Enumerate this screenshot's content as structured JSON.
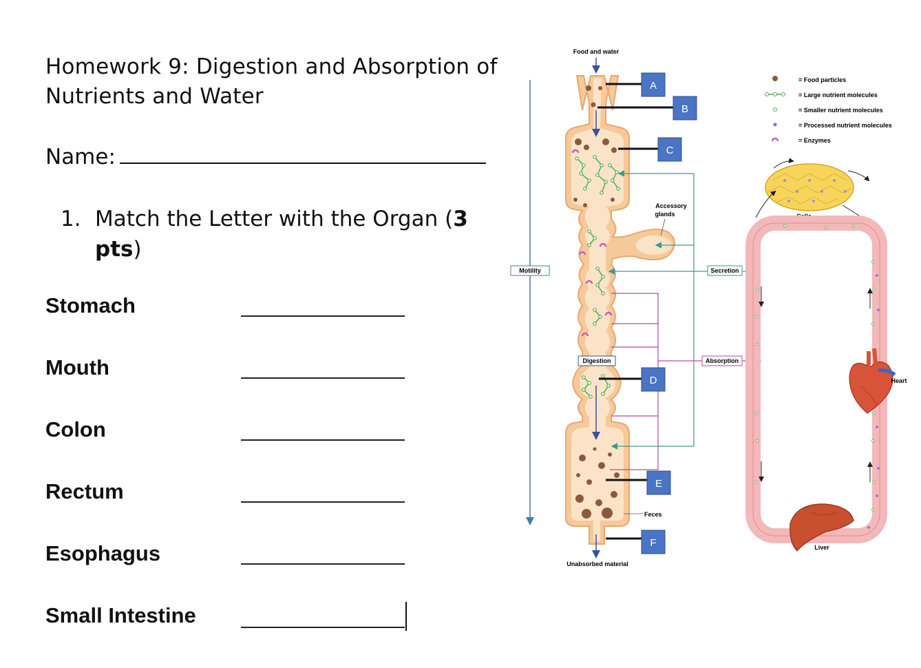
{
  "title_line1": "Homework 9: Digestion and Absorption of",
  "title_line2": "Nutrients and Water",
  "name_label": "Name:",
  "question": {
    "number": "1.",
    "text_start": "Match the Letter with the Organ (",
    "points_bold": "3",
    "text_middle": "",
    "pts_bold": "pts",
    "text_end": ")"
  },
  "organs": [
    "Stomach",
    "Mouth",
    "Colon",
    "Rectum",
    "Esophagus",
    "Small Intestine"
  ],
  "diagram": {
    "food_and_water": "Food and water",
    "letters": [
      "A",
      "B",
      "C",
      "D",
      "E",
      "F"
    ],
    "accessory_glands_1": "Accessory",
    "accessory_glands_2": "glands",
    "motility": "Motility",
    "secretion": "Secretion",
    "digestion": "Digestion",
    "absorption": "Absorption",
    "feces": "Feces",
    "unabsorbed_material": "Unabsorbed material",
    "cells": "Cells",
    "heart": "Heart",
    "liver": "Liver",
    "legend": [
      "= Food particles",
      "= Large nutrient molecules",
      "= Smaller nutrient molecules",
      "= Processed nutrient molecules",
      "= Enzymes"
    ],
    "colors": {
      "tract_fill": "#f6c99a",
      "tract_border": "#e8a86d",
      "lumen": "#fbe3c7",
      "label_box": "#4a74c4",
      "vessel": "#f3b8b9",
      "arrow_teal": "#3a9a8a",
      "absorption_purple": "#b04aa8",
      "motility_blue": "#3f7fa3",
      "nutrient_green": "#4caf50",
      "food_brown": "#8b5a3c"
    }
  }
}
